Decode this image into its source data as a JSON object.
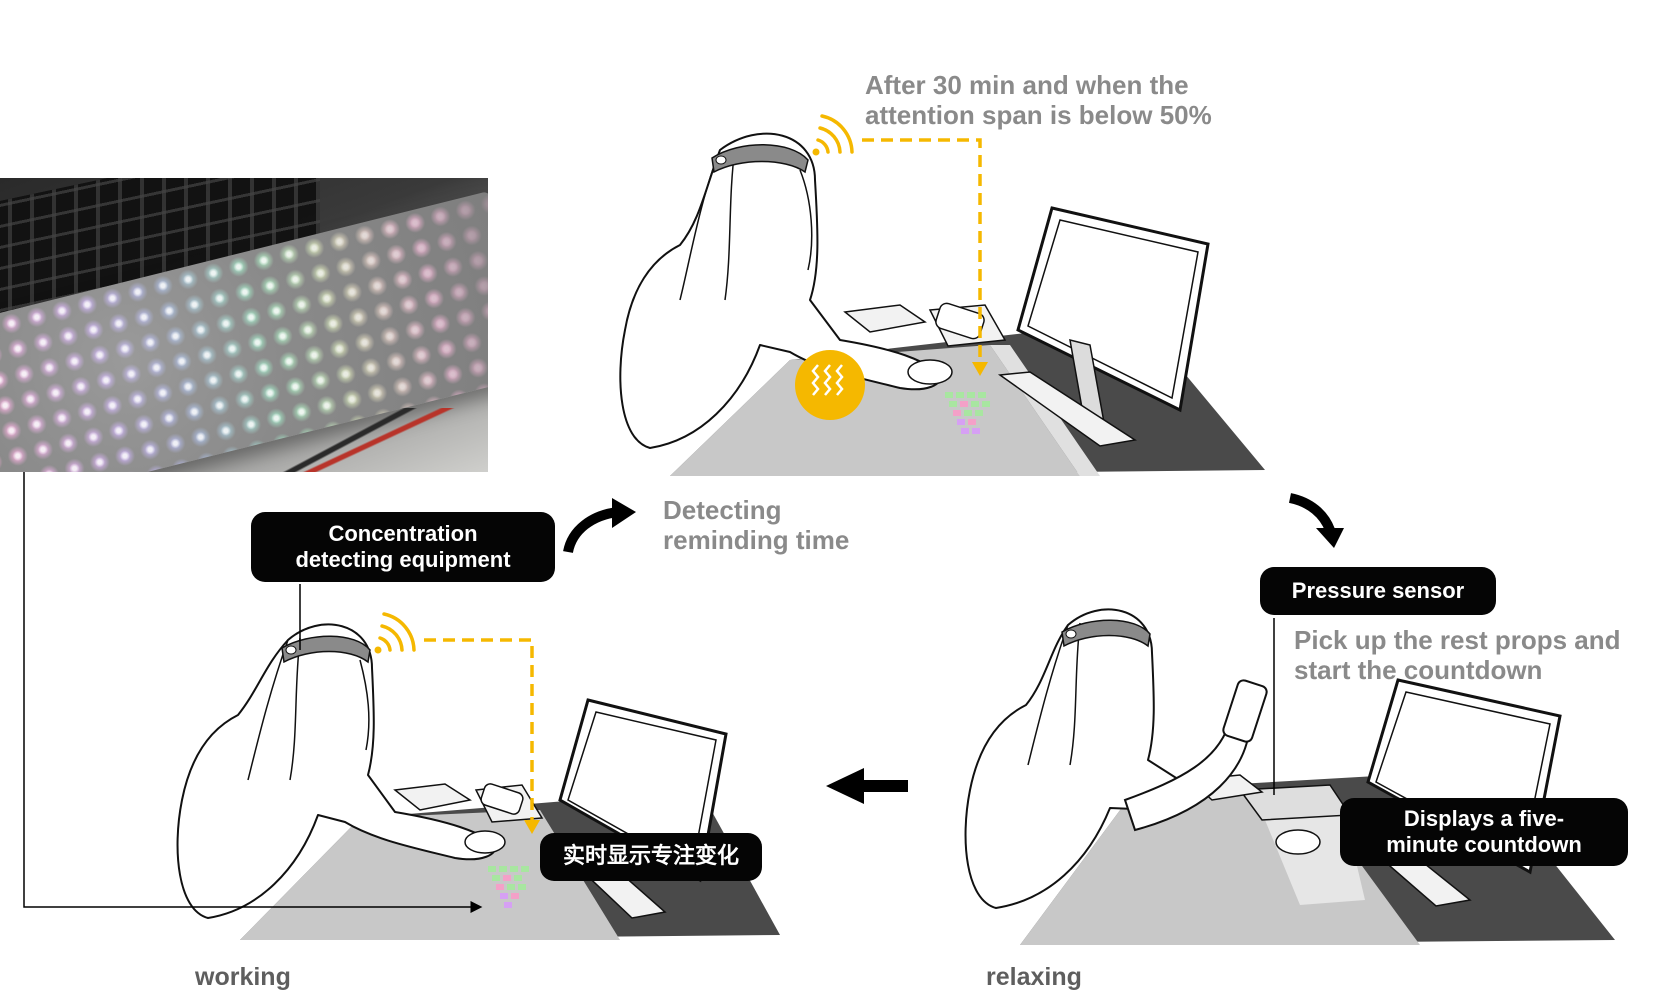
{
  "colors": {
    "accent_yellow": "#F5B800",
    "label_gray": "#8a8a8a",
    "pill_black": "#050505",
    "desk_gray": "#c9c9c9"
  },
  "annotations": {
    "after_30_min": "After 30 min and when the\nattention span is below 50%",
    "detecting_reminding": "Detecting\nreminding time",
    "pick_up": "Pick up the rest props and\nstart the countdown"
  },
  "pills": {
    "concentration": "Concentration\ndetecting equipment",
    "pressure": "Pressure sensor",
    "realtime": "实时显示专注变化",
    "countdown": "Displays a five-\nminute countdown"
  },
  "labels": {
    "working": "working",
    "relaxing": "relaxing"
  },
  "icons": [
    "wifi-signal-icon",
    "vibration-icon",
    "arrow-curved-right-icon",
    "arrow-left-icon"
  ]
}
